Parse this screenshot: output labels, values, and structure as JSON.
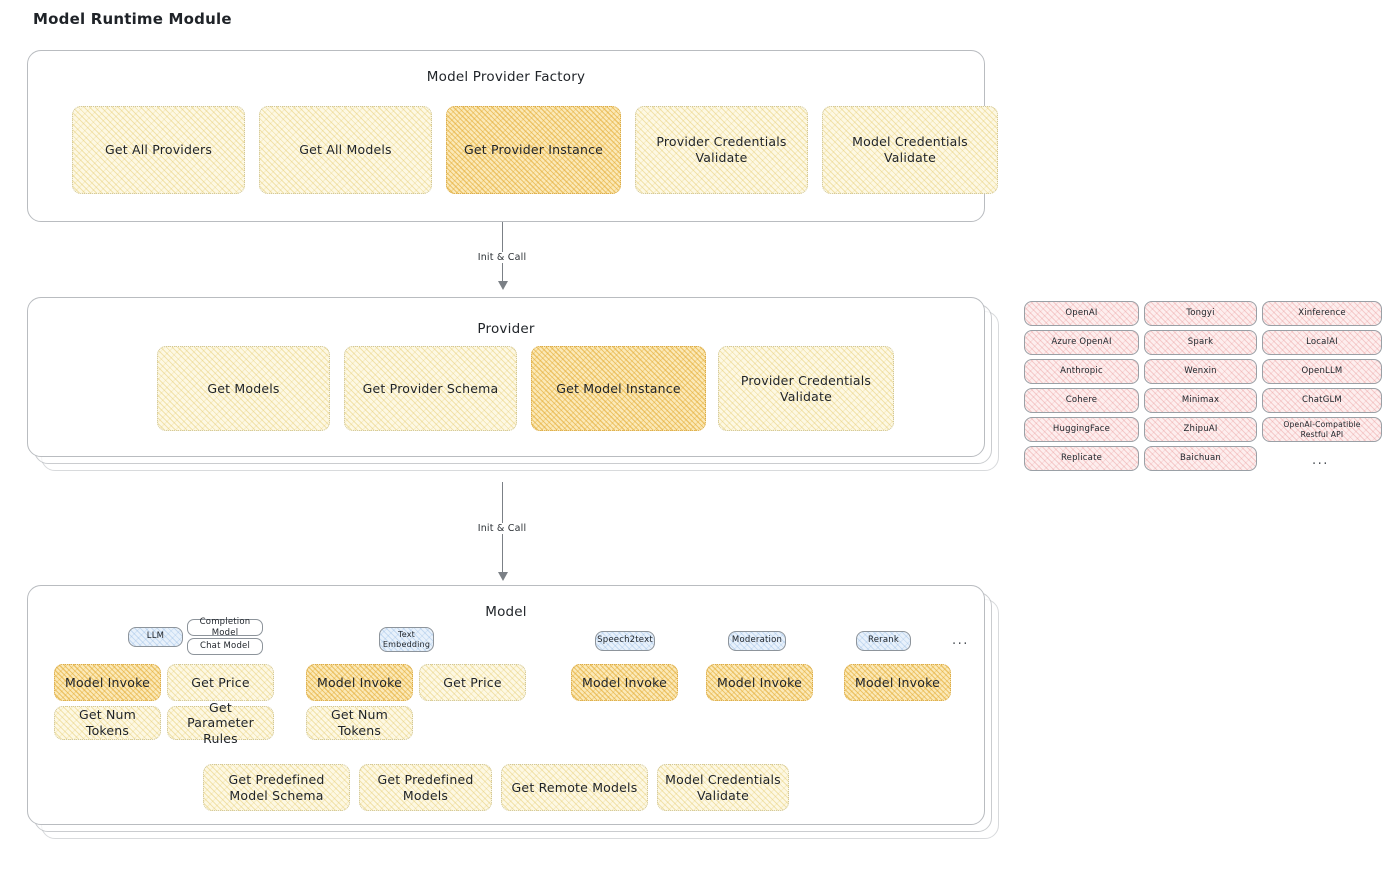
{
  "page": {
    "title": "Model Runtime Module"
  },
  "factory": {
    "title": "Model Provider Factory",
    "nodes": [
      {
        "label": "Get All Providers",
        "highlighted": false
      },
      {
        "label": "Get All Models",
        "highlighted": false
      },
      {
        "label": "Get Provider Instance",
        "highlighted": true
      },
      {
        "label": "Provider Credentials Validate",
        "highlighted": false
      },
      {
        "label": "Model Credentials Validate",
        "highlighted": false
      }
    ]
  },
  "arrows": [
    {
      "label": "Init & Call"
    },
    {
      "label": "Init & Call"
    }
  ],
  "provider": {
    "title": "Provider",
    "nodes": [
      {
        "label": "Get Models",
        "highlighted": false
      },
      {
        "label": "Get Provider Schema",
        "highlighted": false
      },
      {
        "label": "Get Model Instance",
        "highlighted": true
      },
      {
        "label": "Provider Credentials Validate",
        "highlighted": false
      }
    ]
  },
  "provider_list": {
    "columns": [
      [
        "OpenAI",
        "Azure OpenAI",
        "Anthropic",
        "Cohere",
        "HuggingFace",
        "Replicate"
      ],
      [
        "Tongyi",
        "Spark",
        "Wenxin",
        "Minimax",
        "ZhipuAI",
        "Baichuan"
      ],
      [
        "Xinference",
        "LocalAI",
        "OpenLLM",
        "ChatGLM",
        "OpenAI-Compatible Restful API"
      ]
    ],
    "more": "..."
  },
  "model": {
    "title": "Model",
    "more": "...",
    "types": [
      {
        "name": "LLM",
        "subtypes": [
          "Completion Model",
          "Chat Model"
        ]
      },
      {
        "name": "Text Embedding",
        "subtypes": []
      },
      {
        "name": "Speech2text",
        "subtypes": []
      },
      {
        "name": "Moderation",
        "subtypes": []
      },
      {
        "name": "Rerank",
        "subtypes": []
      }
    ],
    "columns": [
      {
        "ops": [
          "Model Invoke",
          "Get Num Tokens"
        ],
        "highlight_first": true
      },
      {
        "ops": [
          "Get Price",
          "Get Parameter Rules"
        ],
        "highlight_first": false
      },
      {
        "ops": [
          "Model Invoke",
          "Get Num Tokens"
        ],
        "highlight_first": true
      },
      {
        "ops": [
          "Get Price"
        ],
        "highlight_first": false
      },
      {
        "ops": [
          "Model Invoke"
        ],
        "highlight_first": true
      },
      {
        "ops": [
          "Model Invoke"
        ],
        "highlight_first": true
      },
      {
        "ops": [
          "Model Invoke"
        ],
        "highlight_first": true
      }
    ],
    "common_ops": [
      "Get Predefined Model Schema",
      "Get Predefined Models",
      "Get Remote Models",
      "Model Credentials Validate"
    ]
  },
  "colors": {
    "accent_yellow": "#fdf8e3",
    "accent_yellow_strong": "#fbe9b8",
    "accent_pink": "#fdeeee",
    "accent_blue": "#e8f1fb",
    "border_gray": "#b9bcc0"
  }
}
